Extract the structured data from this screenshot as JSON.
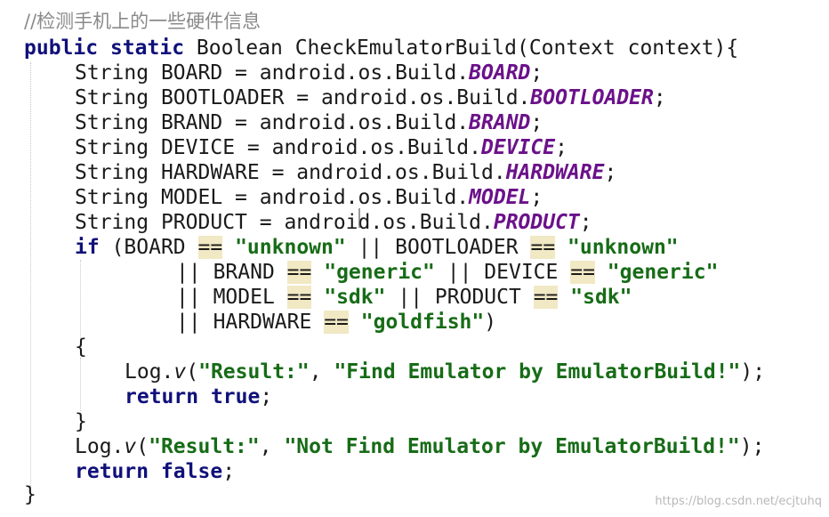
{
  "code": {
    "comment": "//检测手机上的一些硬件信息",
    "signature": {
      "public_kw": "public",
      "static_kw": "static",
      "return_type": "Boolean",
      "method_name": "CheckEmulatorBuild",
      "param_type": "Context",
      "param_name": "context",
      "open": "){"
    },
    "declarations": [
      {
        "type": "String",
        "name": "BOARD",
        "prefix": "android.os.Build.",
        "const": "BOARD"
      },
      {
        "type": "String",
        "name": "BOOTLOADER",
        "prefix": "android.os.Build.",
        "const": "BOOTLOADER"
      },
      {
        "type": "String",
        "name": "BRAND",
        "prefix": "android.os.Build.",
        "const": "BRAND"
      },
      {
        "type": "String",
        "name": "DEVICE",
        "prefix": "android.os.Build.",
        "const": "DEVICE"
      },
      {
        "type": "String",
        "name": "HARDWARE",
        "prefix": "android.os.Build.",
        "const": "HARDWARE"
      },
      {
        "type": "String",
        "name": "MODEL",
        "prefix": "android.os.Build.",
        "const": "MODEL"
      },
      {
        "type": "String",
        "name": "PRODUCT",
        "prefix": "android.os.Build.",
        "const": "PRODUCT"
      }
    ],
    "condition": {
      "if_kw": "if",
      "conditions": [
        {
          "var": "BOARD",
          "value": "\"unknown\""
        },
        {
          "var": "BOOTLOADER",
          "value": "\"unknown\""
        },
        {
          "var": "BRAND",
          "value": "\"generic\""
        },
        {
          "var": "DEVICE",
          "value": "\"generic\""
        },
        {
          "var": "MODEL",
          "value": "\"sdk\""
        },
        {
          "var": "PRODUCT",
          "value": "\"sdk\""
        },
        {
          "var": "HARDWARE",
          "value": "\"goldfish\""
        }
      ],
      "eq_op": "==",
      "or_op": "||"
    },
    "true_branch": {
      "log_obj": "Log.",
      "log_method": "v",
      "tag": "\"Result:\"",
      "message": "\"Find Emulator by EmulatorBuild!\"",
      "return_kw": "return",
      "return_value": "true"
    },
    "false_branch": {
      "log_obj": "Log.",
      "log_method": "v",
      "tag": "\"Result:\"",
      "message": "\"Not Find Emulator by EmulatorBuild!\"",
      "return_kw": "return",
      "return_value": "false"
    }
  },
  "watermark": "https://blog.csdn.net/ecjtuhq"
}
